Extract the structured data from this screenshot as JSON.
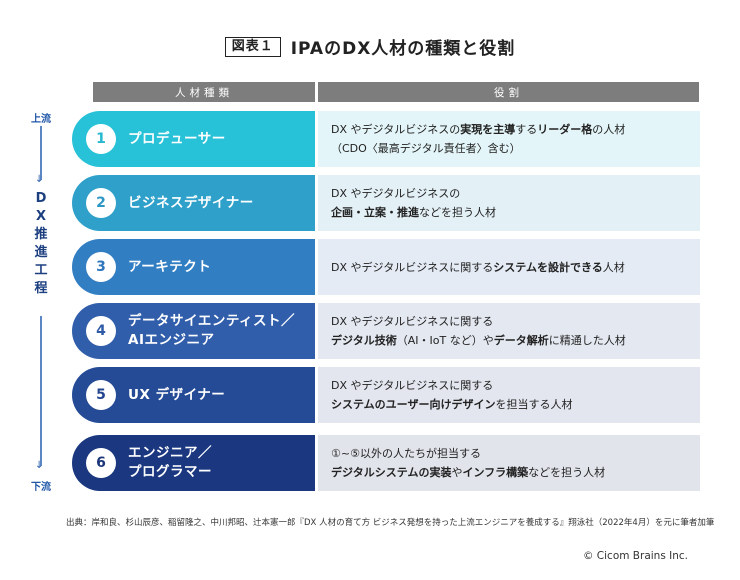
{
  "header": {
    "figure_label": "図表１",
    "title": "IPAのDX人材の種類と役割"
  },
  "table": {
    "col_type": "人材種類",
    "col_role": "役割"
  },
  "side": {
    "top": "上流",
    "bottom": "下流",
    "label_chars": [
      "D",
      "X",
      "推",
      "進",
      "工",
      "程"
    ]
  },
  "rows": [
    {
      "num": "1",
      "label": "プロデューサー",
      "pill_color": "#27c2d8",
      "num_color": "#27b7cf",
      "role_bg": "#e3f5f8",
      "role": [
        [
          {
            "t": "DX やデジタルビジネスの"
          },
          {
            "t": "実現を主導",
            "b": true
          },
          {
            "t": "する"
          },
          {
            "t": "リーダー格",
            "b": true
          },
          {
            "t": "の人材"
          }
        ],
        [
          {
            "t": "（CDO〈最高デジタル責任者〉含む）"
          }
        ]
      ]
    },
    {
      "num": "2",
      "label": "ビジネスデザイナー",
      "pill_color": "#2ea0ca",
      "num_color": "#2c97c4",
      "role_bg": "#e3f0f6",
      "role": [
        [
          {
            "t": "DX やデジタルビジネスの"
          }
        ],
        [
          {
            "t": "企画・立案・推進",
            "b": true
          },
          {
            "t": "などを担う人材"
          }
        ]
      ]
    },
    {
      "num": "3",
      "label": "アーキテクト",
      "pill_color": "#327ec3",
      "num_color": "#2f76bd",
      "role_bg": "#e4ebf4",
      "role": [
        [
          {
            "t": "DX やデジタルビジネスに関する"
          },
          {
            "t": "システムを設計できる",
            "b": true
          },
          {
            "t": "人材"
          }
        ]
      ]
    },
    {
      "num": "4",
      "label": "データサイエンティスト／\nAIエンジニア",
      "pill_color": "#315eab",
      "num_color": "#2f5aa6",
      "role_bg": "#e4e8f1",
      "role": [
        [
          {
            "t": "DX やデジタルビジネスに関する"
          }
        ],
        [
          {
            "t": "デジタル技術",
            "b": true
          },
          {
            "t": "（AI・IoT など）や"
          },
          {
            "t": "データ解析",
            "b": true
          },
          {
            "t": "に精通した人材"
          }
        ]
      ]
    },
    {
      "num": "5",
      "label": "UX デザイナー",
      "pill_color": "#254a96",
      "num_color": "#23458f",
      "role_bg": "#e3e6ef",
      "role": [
        [
          {
            "t": "DX やデジタルビジネスに関する"
          }
        ],
        [
          {
            "t": "システムのユーザー向けデザイン",
            "b": true
          },
          {
            "t": "を担当する人材"
          }
        ]
      ]
    },
    {
      "num": "6",
      "label": "エンジニア／\nプログラマー",
      "pill_color": "#1a3780",
      "num_color": "#1a3578",
      "role_bg": "#e2e4ec",
      "role": [
        [
          {
            "t": "①~⑤以外の人たちが担当する"
          }
        ],
        [
          {
            "t": "デジタルシステムの実装",
            "b": true
          },
          {
            "t": "や"
          },
          {
            "t": "インフラ構築",
            "b": true
          },
          {
            "t": "などを担う人材"
          }
        ]
      ]
    }
  ],
  "footer": {
    "source": "出典：岸和良、杉山辰彦、稲留隆之、中川邦昭、辻本憲一郎『DX 人材の育て方 ビジネス発想を持った上流エンジニアを養成する』翔泳社（2022年4月）を元に筆者加筆",
    "copyright": "© Cicom Brains Inc."
  }
}
